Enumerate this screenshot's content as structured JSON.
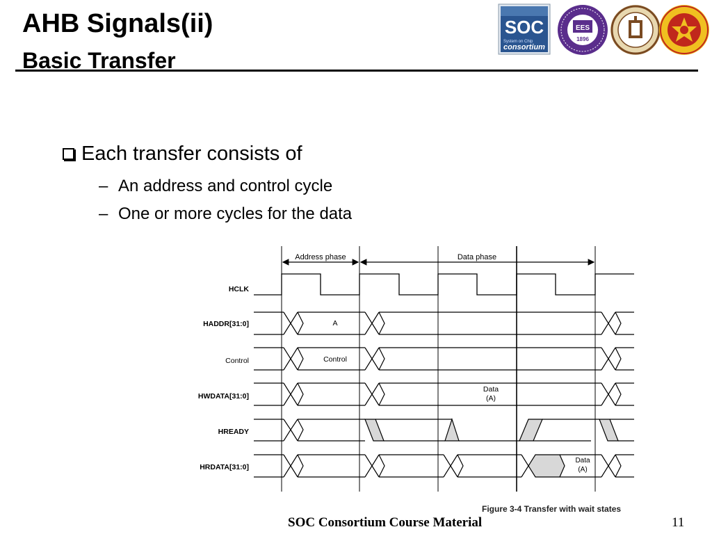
{
  "slide": {
    "title_line1": "AHB Signals(ii)",
    "title_line2": "Basic Transfer",
    "bullet_main": "Each transfer consists of",
    "sub_bullets": [
      "An address and control cycle",
      "One or more cycles for the data"
    ],
    "footer": "SOC Consortium Course Material",
    "page_number": "11"
  },
  "logos": {
    "soc_text": "SOC",
    "soc_tagline": "System on Chip",
    "soc_name": "consortium",
    "ees_text": "EES",
    "ees_year": "1896",
    "colors": {
      "soc_bg": "#2a5590",
      "ees_purple": "#5a2d8c",
      "seal_brown": "#7a4a22",
      "seal_red": "#c0281c",
      "seal_yellow": "#f0c020"
    }
  },
  "timing_diagram": {
    "phase_labels": {
      "address": "Address phase",
      "data": "Data phase"
    },
    "signals": {
      "hclk": "HCLK",
      "haddr": "HADDR[31:0]",
      "control": "Control",
      "hwdata": "HWDATA[31:0]",
      "hready": "HREADY",
      "hrdata": "HRDATA[31:0]"
    },
    "values": {
      "haddr": "A",
      "control": "Control",
      "hwdata_1": "Data",
      "hwdata_2": "(A)",
      "hrdata_1": "Data",
      "hrdata_2": "(A)"
    },
    "caption": "Figure 3-4 Transfer with wait states",
    "colors": {
      "shade": "#d8d8d8",
      "line": "#000000"
    }
  }
}
